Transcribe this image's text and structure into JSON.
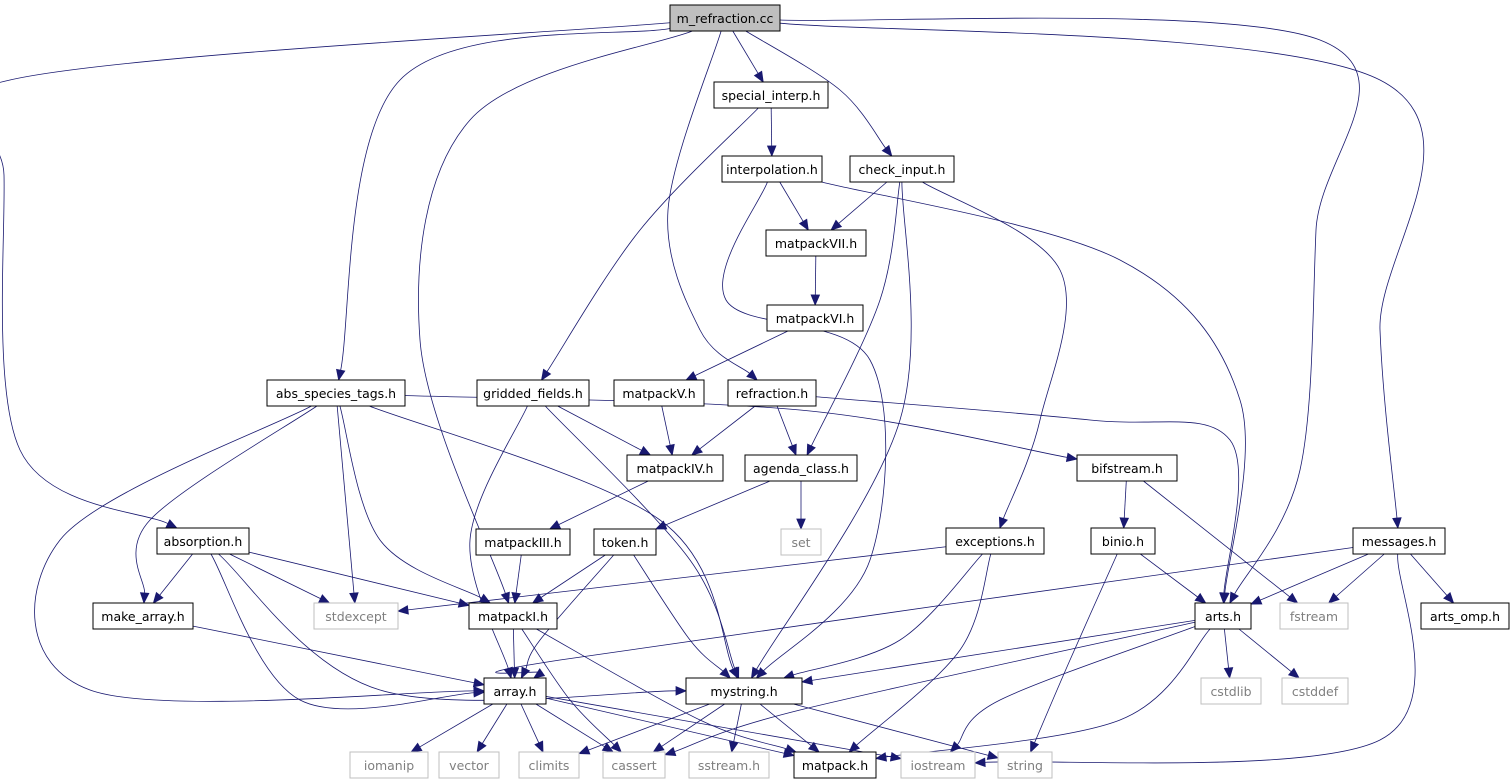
{
  "graph": {
    "root": "m_refraction.cc",
    "colors": {
      "edge": "#191970",
      "root_fill": "#bfbfbf",
      "node_border": "#000000",
      "system_border": "#bfbfbf",
      "system_text": "#7f7f7f"
    },
    "nodes": [
      {
        "id": "m_refraction",
        "label": "m_refraction.cc",
        "kind": "root"
      },
      {
        "id": "special_interp",
        "label": "special_interp.h",
        "kind": "header"
      },
      {
        "id": "interpolation",
        "label": "interpolation.h",
        "kind": "header"
      },
      {
        "id": "check_input",
        "label": "check_input.h",
        "kind": "header"
      },
      {
        "id": "matpackVII",
        "label": "matpackVII.h",
        "kind": "header"
      },
      {
        "id": "matpackVI",
        "label": "matpackVI.h",
        "kind": "header"
      },
      {
        "id": "abs_species_tags",
        "label": "abs_species_tags.h",
        "kind": "header"
      },
      {
        "id": "gridded_fields",
        "label": "gridded_fields.h",
        "kind": "header"
      },
      {
        "id": "matpackV",
        "label": "matpackV.h",
        "kind": "header"
      },
      {
        "id": "refraction",
        "label": "refraction.h",
        "kind": "header"
      },
      {
        "id": "matpackIV",
        "label": "matpackIV.h",
        "kind": "header"
      },
      {
        "id": "agenda_class",
        "label": "agenda_class.h",
        "kind": "header"
      },
      {
        "id": "bifstream",
        "label": "bifstream.h",
        "kind": "header"
      },
      {
        "id": "absorption",
        "label": "absorption.h",
        "kind": "header"
      },
      {
        "id": "matpackIII",
        "label": "matpackIII.h",
        "kind": "header"
      },
      {
        "id": "token",
        "label": "token.h",
        "kind": "header"
      },
      {
        "id": "set",
        "label": "set",
        "kind": "system"
      },
      {
        "id": "exceptions",
        "label": "exceptions.h",
        "kind": "header"
      },
      {
        "id": "binio",
        "label": "binio.h",
        "kind": "header"
      },
      {
        "id": "messages",
        "label": "messages.h",
        "kind": "header"
      },
      {
        "id": "make_array",
        "label": "make_array.h",
        "kind": "header"
      },
      {
        "id": "stdexcept",
        "label": "stdexcept",
        "kind": "system"
      },
      {
        "id": "matpackI",
        "label": "matpackI.h",
        "kind": "header"
      },
      {
        "id": "arts",
        "label": "arts.h",
        "kind": "header"
      },
      {
        "id": "fstream",
        "label": "fstream",
        "kind": "system"
      },
      {
        "id": "arts_omp",
        "label": "arts_omp.h",
        "kind": "header"
      },
      {
        "id": "array",
        "label": "array.h",
        "kind": "header"
      },
      {
        "id": "mystring",
        "label": "mystring.h",
        "kind": "header"
      },
      {
        "id": "cstdlib",
        "label": "cstdlib",
        "kind": "system"
      },
      {
        "id": "cstddef",
        "label": "cstddef",
        "kind": "system"
      },
      {
        "id": "iomanip",
        "label": "iomanip",
        "kind": "system"
      },
      {
        "id": "vector",
        "label": "vector",
        "kind": "system"
      },
      {
        "id": "climits",
        "label": "climits",
        "kind": "system"
      },
      {
        "id": "cassert",
        "label": "cassert",
        "kind": "system"
      },
      {
        "id": "sstream",
        "label": "sstream.h",
        "kind": "system"
      },
      {
        "id": "matpack",
        "label": "matpack.h",
        "kind": "header"
      },
      {
        "id": "iostream",
        "label": "iostream",
        "kind": "system"
      },
      {
        "id": "string",
        "label": "string",
        "kind": "system"
      }
    ],
    "edges": [
      [
        "m_refraction",
        "special_interp"
      ],
      [
        "m_refraction",
        "check_input"
      ],
      [
        "m_refraction",
        "refraction"
      ],
      [
        "m_refraction",
        "abs_species_tags"
      ],
      [
        "m_refraction",
        "absorption"
      ],
      [
        "m_refraction",
        "matpackI"
      ],
      [
        "m_refraction",
        "arts"
      ],
      [
        "m_refraction",
        "messages"
      ],
      [
        "special_interp",
        "interpolation"
      ],
      [
        "special_interp",
        "gridded_fields"
      ],
      [
        "interpolation",
        "matpackVII"
      ],
      [
        "interpolation",
        "arts"
      ],
      [
        "interpolation",
        "mystring"
      ],
      [
        "check_input",
        "matpackVII"
      ],
      [
        "check_input",
        "agenda_class"
      ],
      [
        "check_input",
        "exceptions"
      ],
      [
        "check_input",
        "mystring"
      ],
      [
        "matpackVII",
        "matpackVI"
      ],
      [
        "matpackVI",
        "matpackV"
      ],
      [
        "matpackV",
        "matpackIV"
      ],
      [
        "gridded_fields",
        "matpackIV"
      ],
      [
        "gridded_fields",
        "array"
      ],
      [
        "gridded_fields",
        "mystring"
      ],
      [
        "refraction",
        "matpackIV"
      ],
      [
        "refraction",
        "agenda_class"
      ],
      [
        "refraction",
        "arts"
      ],
      [
        "abs_species_tags",
        "make_array"
      ],
      [
        "abs_species_tags",
        "stdexcept"
      ],
      [
        "abs_species_tags",
        "matpackI"
      ],
      [
        "abs_species_tags",
        "array"
      ],
      [
        "abs_species_tags",
        "mystring"
      ],
      [
        "abs_species_tags",
        "bifstream"
      ],
      [
        "matpackIV",
        "matpackIII"
      ],
      [
        "agenda_class",
        "set"
      ],
      [
        "agenda_class",
        "token"
      ],
      [
        "matpackIII",
        "matpackI"
      ],
      [
        "token",
        "matpackI"
      ],
      [
        "token",
        "array"
      ],
      [
        "token",
        "mystring"
      ],
      [
        "bifstream",
        "binio"
      ],
      [
        "bifstream",
        "fstream"
      ],
      [
        "binio",
        "arts"
      ],
      [
        "binio",
        "string"
      ],
      [
        "exceptions",
        "stdexcept"
      ],
      [
        "exceptions",
        "mystring"
      ],
      [
        "exceptions",
        "matpack"
      ],
      [
        "absorption",
        "make_array"
      ],
      [
        "absorption",
        "stdexcept"
      ],
      [
        "absorption",
        "matpackI"
      ],
      [
        "absorption",
        "array"
      ],
      [
        "absorption",
        "mystring"
      ],
      [
        "messages",
        "arts"
      ],
      [
        "messages",
        "fstream"
      ],
      [
        "messages",
        "arts_omp"
      ],
      [
        "messages",
        "array"
      ],
      [
        "messages",
        "iostream"
      ],
      [
        "make_array",
        "array"
      ],
      [
        "matpackI",
        "array"
      ],
      [
        "matpackI",
        "cassert"
      ],
      [
        "matpackI",
        "matpack"
      ],
      [
        "arts",
        "mystring"
      ],
      [
        "arts",
        "cstdlib"
      ],
      [
        "arts",
        "cstddef"
      ],
      [
        "arts",
        "cassert"
      ],
      [
        "arts",
        "iostream"
      ],
      [
        "arts",
        "matpack"
      ],
      [
        "array",
        "iomanip"
      ],
      [
        "array",
        "vector"
      ],
      [
        "array",
        "climits"
      ],
      [
        "array",
        "cassert"
      ],
      [
        "array",
        "matpack"
      ],
      [
        "array",
        "iostream"
      ],
      [
        "mystring",
        "climits"
      ],
      [
        "mystring",
        "cassert"
      ],
      [
        "mystring",
        "sstream"
      ],
      [
        "mystring",
        "matpack"
      ],
      [
        "mystring",
        "string"
      ]
    ]
  }
}
